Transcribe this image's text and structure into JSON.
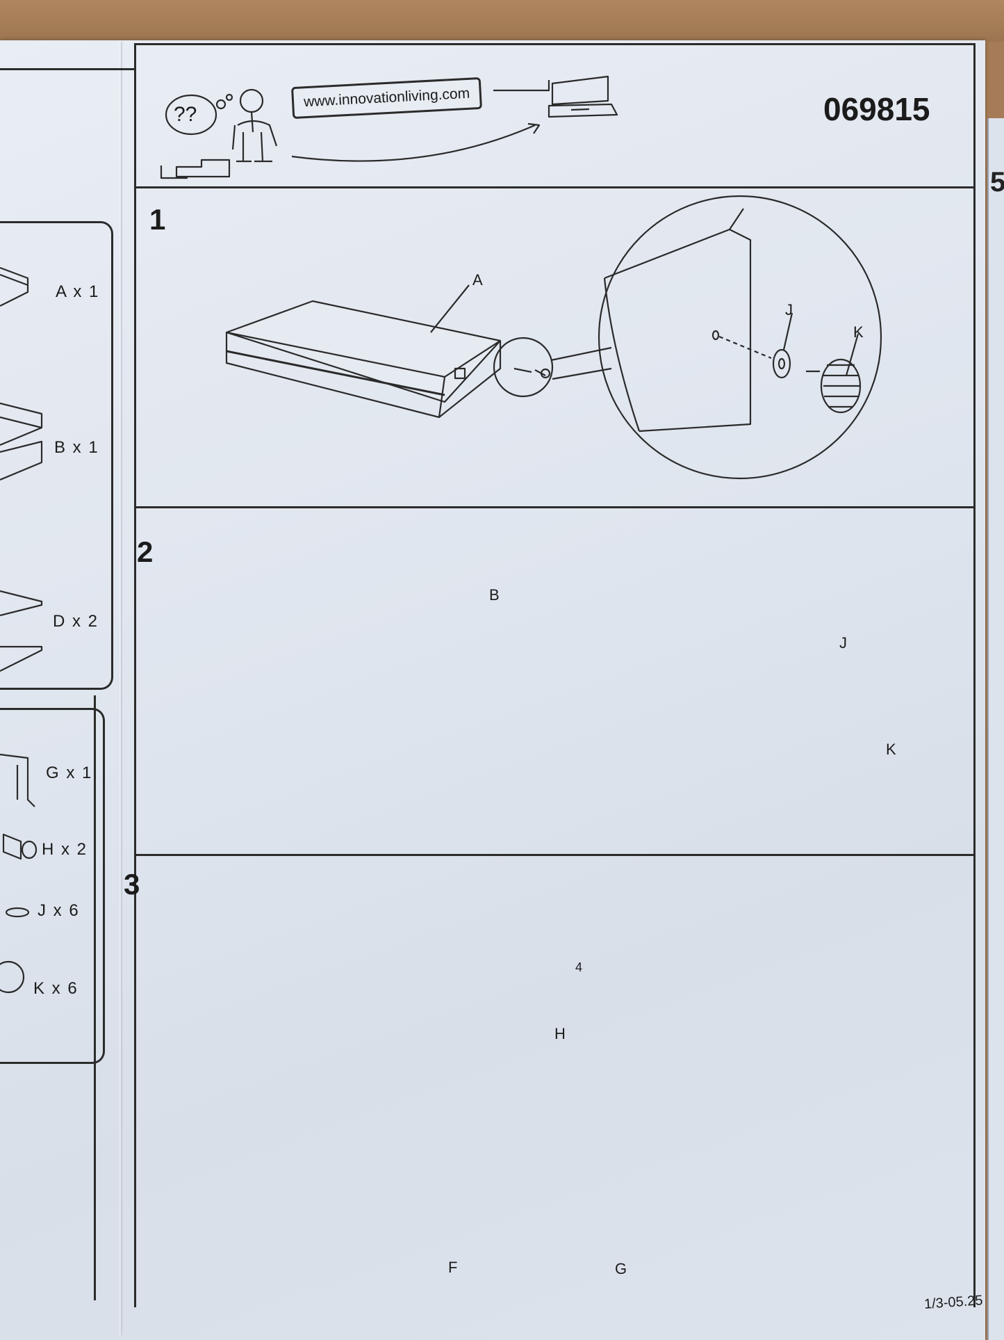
{
  "header": {
    "website": "www.innovationliving.com",
    "product_code": "069815",
    "confused_thought": "??"
  },
  "steps": [
    {
      "number": "1",
      "callouts": [
        "A",
        "J",
        "K"
      ]
    },
    {
      "number": "2",
      "callouts": [
        "B",
        "J",
        "K"
      ]
    },
    {
      "number": "3",
      "callouts": [
        "4",
        "H",
        "F",
        "G"
      ]
    }
  ],
  "parts_list": [
    {
      "label": "A x 1"
    },
    {
      "label": "B x 1"
    },
    {
      "label": "D x 2"
    },
    {
      "label": "G x 1"
    },
    {
      "label": "H x 2"
    },
    {
      "label": "J x 6"
    },
    {
      "label": "K x 6"
    }
  ],
  "footer": {
    "page_code": "1/3-05.25"
  },
  "next_sheet_fragment": "5"
}
